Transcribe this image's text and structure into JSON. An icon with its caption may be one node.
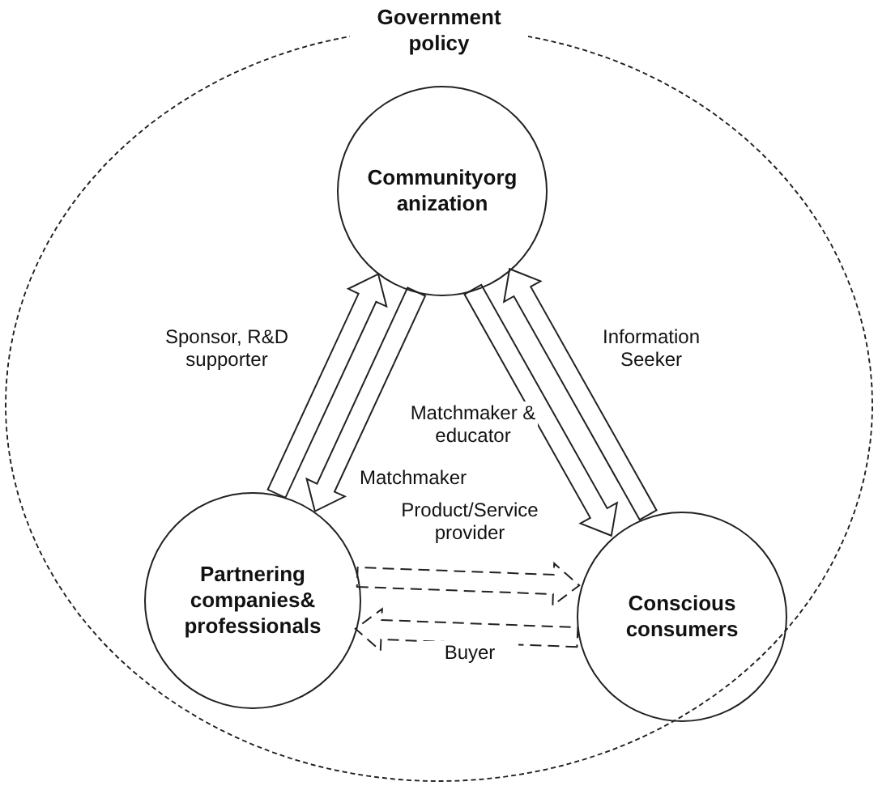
{
  "diagram": {
    "nodes": [
      {
        "text": [
          "Government policy"
        ]
      },
      {
        "text": [
          "Communityorg anization"
        ],
        "in": 0
      },
      {
        "text": [
          "Partnering companies& professionals"
        ],
        "in": 0
      },
      {
        "text": [
          "Conscious consumers"
        ],
        "in": 0
      }
    ],
    "edges": [
      {
        "from": 2,
        "to": 1,
        "arrow": "to",
        "label": "Sponsor, R&D supporter"
      },
      {
        "from": 1,
        "to": 2,
        "arrow": "to",
        "label": "Matchmaker"
      },
      {
        "from": 1,
        "to": 3,
        "arrow": "to",
        "label": "Matchmaker & educator"
      },
      {
        "from": 3,
        "to": 1,
        "arrow": "to",
        "label": "Information Seeker"
      },
      {
        "from": 2,
        "to": 3,
        "arrow": "to",
        "label": "Product/Service provider",
        "style": "dashed"
      },
      {
        "from": 3,
        "to": 2,
        "arrow": "to",
        "label": "Buyer",
        "style": "dashed"
      }
    ]
  }
}
